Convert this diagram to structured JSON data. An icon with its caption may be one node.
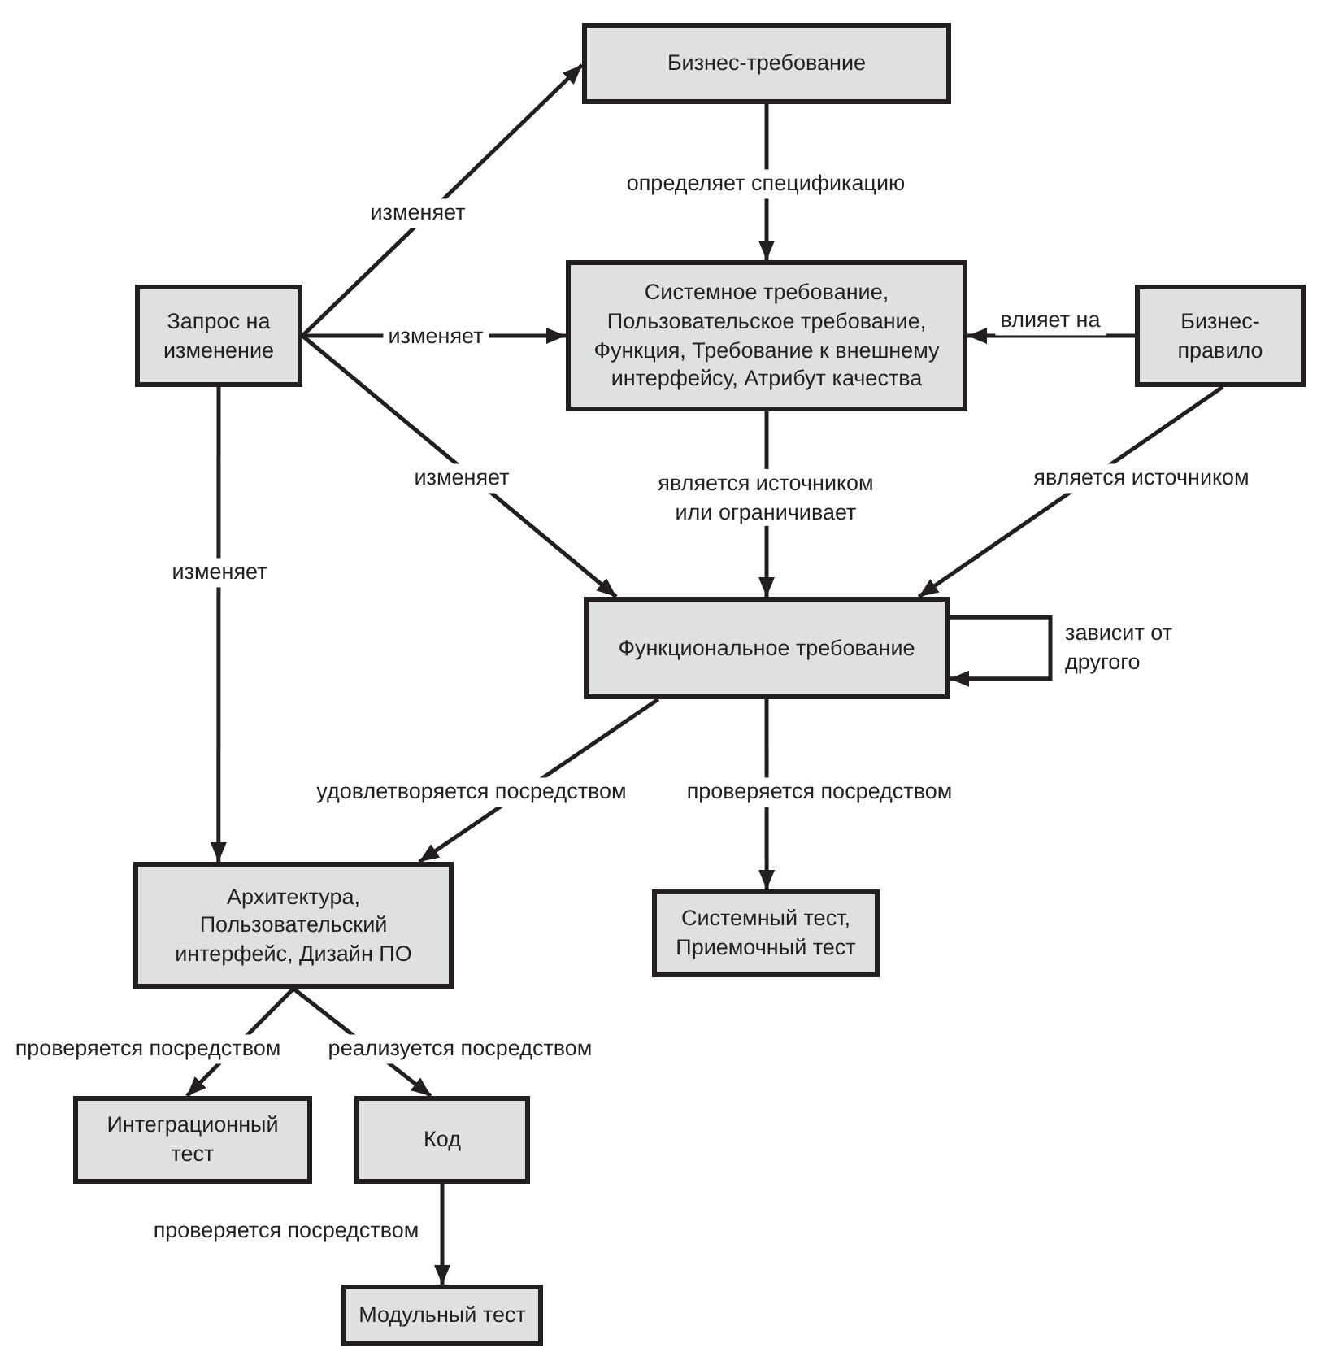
{
  "diagram": {
    "nodes": [
      {
        "text": [
          "Бизнес-требование"
        ]
      },
      {
        "text": [
          "Запрос на изменение"
        ]
      },
      {
        "text": [
          "Системное требование, Пользовательское требование, Функция, Требование к внешнему интерфейсу, Атрибут качества"
        ]
      },
      {
        "text": [
          "Бизнес-правило"
        ]
      },
      {
        "text": [
          "Функциональное требование"
        ]
      },
      {
        "text": [
          "Архитектура, Пользовательский интерфейс, Дизайн ПО"
        ]
      },
      {
        "text": [
          "Системный тест, Приемочный тест"
        ]
      },
      {
        "text": [
          "Интеграционный тест"
        ]
      },
      {
        "text": [
          "Код"
        ]
      },
      {
        "text": [
          "Модульный тест"
        ]
      }
    ],
    "edges": [
      {
        "from": 1,
        "to": 0,
        "arrow": "to",
        "label": "изменяет"
      },
      {
        "from": 0,
        "to": 2,
        "arrow": "to",
        "label": "определяет спецификацию"
      },
      {
        "from": 1,
        "to": 2,
        "arrow": "to",
        "label": "изменяет"
      },
      {
        "from": 3,
        "to": 2,
        "arrow": "to",
        "label": "влияет на"
      },
      {
        "from": 1,
        "to": 4,
        "arrow": "to",
        "label": "изменяет"
      },
      {
        "from": 2,
        "to": 4,
        "arrow": "to",
        "label": "является источником или ограничивает"
      },
      {
        "from": 3,
        "to": 4,
        "arrow": "to",
        "label": "является источником"
      },
      {
        "from": 4,
        "to": 4,
        "arrow": "to",
        "label": "зависит от другого"
      },
      {
        "from": 1,
        "to": 5,
        "arrow": "to",
        "label": "изменяет"
      },
      {
        "from": 4,
        "to": 5,
        "arrow": "to",
        "label": "удовлетворяется посредством"
      },
      {
        "from": 4,
        "to": 6,
        "arrow": "to",
        "label": "проверяется посредством"
      },
      {
        "from": 5,
        "to": 7,
        "arrow": "to",
        "label": "проверяется посредством"
      },
      {
        "from": 5,
        "to": 8,
        "arrow": "to",
        "label": "реализуется посредством"
      },
      {
        "from": 8,
        "to": 9,
        "arrow": "to",
        "label": "проверяется посредством"
      }
    ]
  }
}
